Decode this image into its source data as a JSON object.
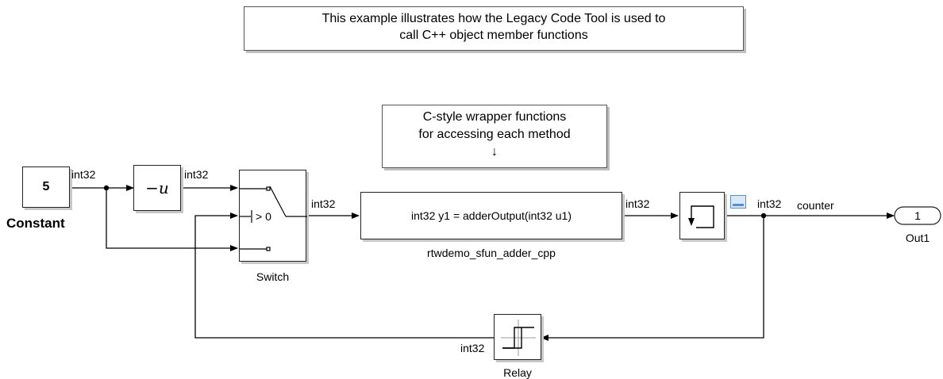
{
  "annotations": {
    "title_lines": [
      "This example illustrates how the Legacy Code Tool is used to",
      "call C++ object member functions"
    ],
    "wrapper_lines": [
      "C-style wrapper functions",
      "for accessing each method",
      "↓"
    ]
  },
  "blocks": {
    "constant": {
      "value": "5",
      "name": "Constant"
    },
    "negate": {
      "text": "−u"
    },
    "switch": {
      "name": "Switch",
      "threshold": "> 0"
    },
    "sfunction": {
      "text": "int32 y1 = adderOutput(int32 u1)",
      "name": "rtwdemo_sfun_adder_cpp"
    },
    "outport": {
      "number": "1",
      "name": "Out1"
    },
    "relay": {
      "name": "Relay"
    }
  },
  "signals": {
    "const_out": "int32",
    "neg_out": "int32",
    "switch_out": "int32",
    "sfun_out": "int32",
    "delay_out": "int32",
    "delay_out_name": "counter",
    "relay_out": "int32"
  }
}
